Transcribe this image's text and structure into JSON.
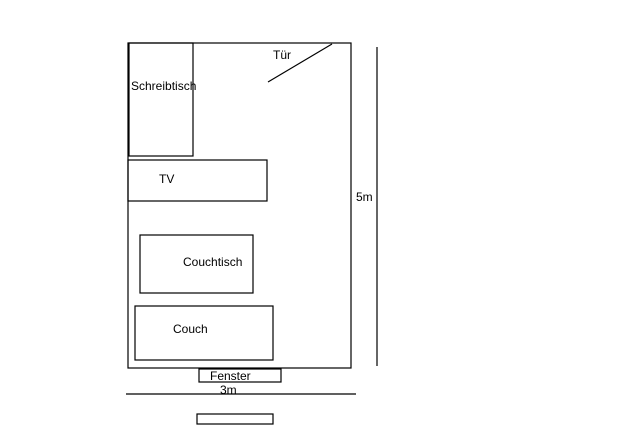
{
  "floor_plan": {
    "labels": {
      "desk": "Schreibtisch",
      "door": "Tür",
      "tv": "TV",
      "coffee_table": "Couchtisch",
      "couch": "Couch",
      "window": "Fenster",
      "room_length": "5m",
      "room_width": "3m"
    },
    "colors": {
      "line": "#000000",
      "background": "#ffffff"
    }
  }
}
